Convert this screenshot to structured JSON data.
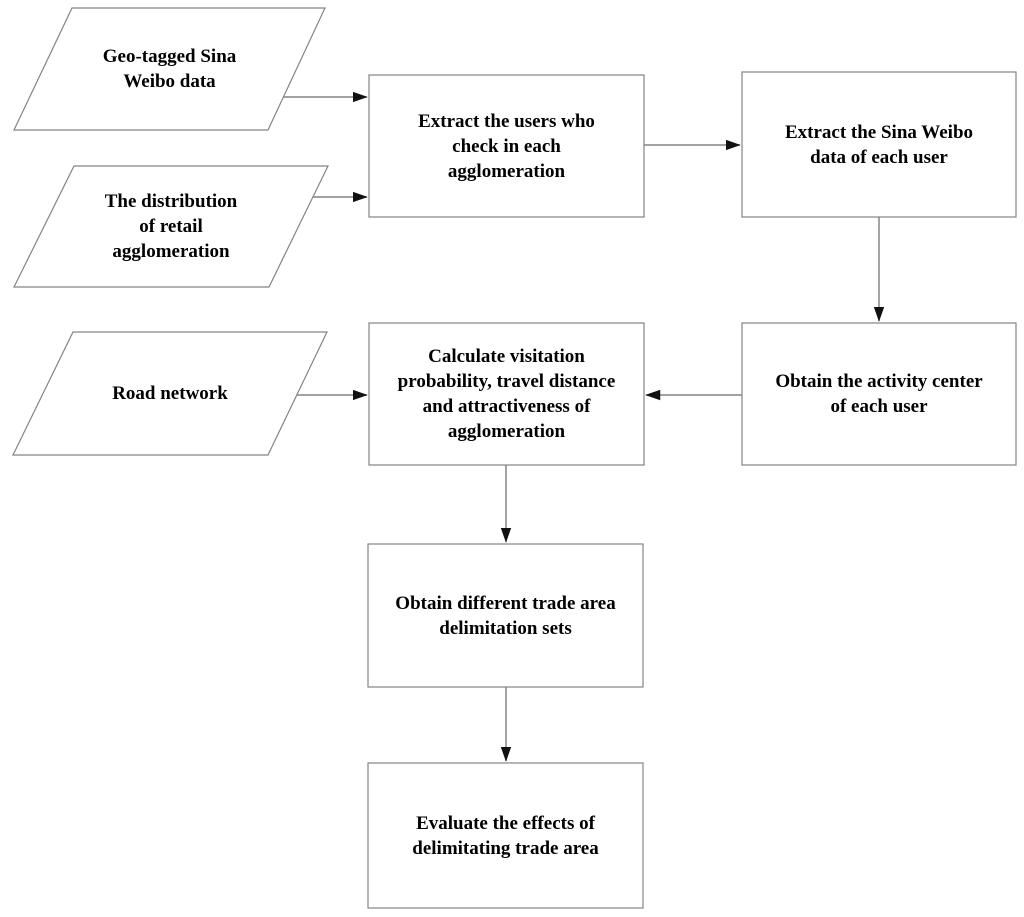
{
  "diagram": {
    "type": "flowchart",
    "description": "Workflow for delimitating trade areas of retail agglomerations using geo-tagged Sina Weibo data",
    "colors": {
      "background": "#ffffff",
      "shape_fill": "#ffffff",
      "shape_border": "#848484",
      "arrow_line": "#848484",
      "arrow_head": "#111111",
      "text": "#000000"
    },
    "nodes": {
      "geo_weibo": {
        "shape": "parallelogram",
        "label": "Geo-tagged Sina Weibo data",
        "lines": [
          "Geo-tagged Sina",
          "Weibo data"
        ]
      },
      "retail_dist": {
        "shape": "parallelogram",
        "label": "The distribution of retail agglomeration",
        "lines": [
          "The distribution",
          "of retail",
          "agglomeration"
        ]
      },
      "road_network": {
        "shape": "parallelogram",
        "label": "Road network",
        "lines": [
          "Road network"
        ]
      },
      "extract_users": {
        "shape": "process",
        "label": "Extract the users who check in each agglomeration",
        "lines": [
          "Extract the users who",
          "check in each",
          "agglomeration"
        ]
      },
      "extract_weibo": {
        "shape": "process",
        "label": "Extract the Sina Weibo data of each user",
        "lines": [
          "Extract the Sina Weibo",
          "data of each user"
        ]
      },
      "calc_attr": {
        "shape": "process",
        "label": "Calculate visitation probability, travel distance and attractiveness of agglomeration",
        "lines": [
          "Calculate visitation",
          "probability, travel distance",
          "and attractiveness of",
          "agglomeration"
        ]
      },
      "activity_center": {
        "shape": "process",
        "label": "Obtain the activity center of each user",
        "lines": [
          "Obtain the activity center",
          "of each user"
        ]
      },
      "trade_sets": {
        "shape": "process",
        "label": "Obtain different trade area delimitation sets",
        "lines": [
          "Obtain different trade area",
          "delimitation sets"
        ]
      },
      "evaluate": {
        "shape": "process",
        "label": "Evaluate the effects of delimitating trade area",
        "lines": [
          "Evaluate the effects of",
          "delimitating trade area"
        ]
      }
    },
    "edges": [
      {
        "from": "geo_weibo",
        "to": "extract_users"
      },
      {
        "from": "retail_dist",
        "to": "extract_users"
      },
      {
        "from": "extract_users",
        "to": "extract_weibo"
      },
      {
        "from": "extract_weibo",
        "to": "activity_center"
      },
      {
        "from": "activity_center",
        "to": "calc_attr"
      },
      {
        "from": "road_network",
        "to": "calc_attr"
      },
      {
        "from": "calc_attr",
        "to": "trade_sets"
      },
      {
        "from": "trade_sets",
        "to": "evaluate"
      }
    ]
  }
}
